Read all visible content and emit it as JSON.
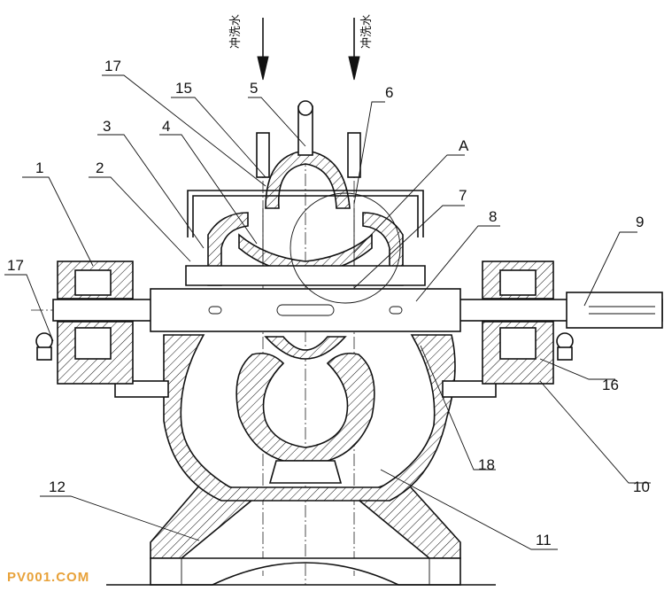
{
  "inlet_labels": [
    "冲洗水",
    "冲洗水"
  ],
  "part_labels": [
    "17",
    "15",
    "5",
    "6",
    "3",
    "4",
    "A",
    "1",
    "2",
    "7",
    "8",
    "9",
    "17",
    "16",
    "10",
    "18",
    "12",
    "11"
  ],
  "watermark": "PV001.COM",
  "colors": {
    "line": "#111111",
    "watermark": "#e8a23a",
    "background": "#ffffff"
  }
}
